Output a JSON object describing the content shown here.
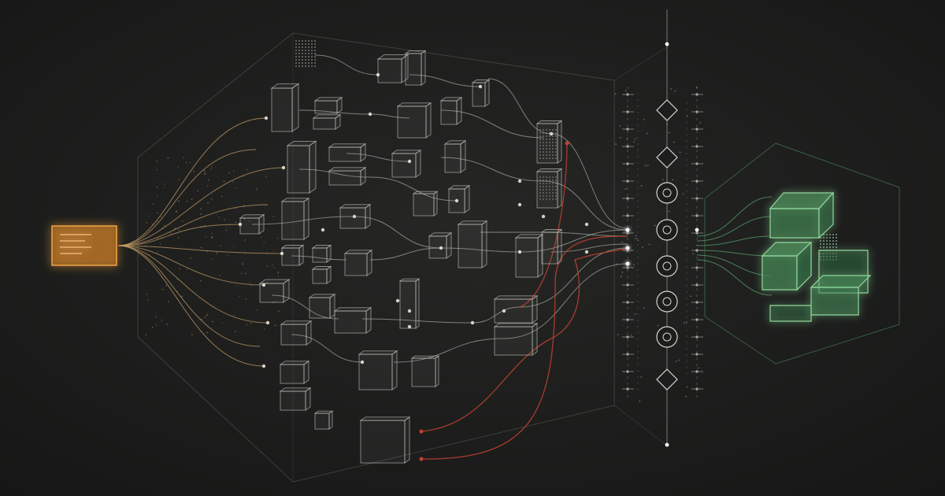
{
  "colors": {
    "background": "#1c1d1c",
    "input_accent": "#e0922f",
    "line_neutral": "#cfcfc8",
    "line_warm": "#c9a06a",
    "line_red": "#c2412f",
    "output_accent": "#5fa86e",
    "grid_frame": "#5a5c58"
  },
  "diagram": {
    "input_block": {
      "icon": "document-lines-icon",
      "glow": true
    },
    "processing_volume": {
      "style": "wireframe-hexagonal-prism"
    },
    "selector_column": {
      "markers": [
        "diamond",
        "diamond",
        "circle",
        "circle",
        "circle",
        "circle",
        "circle",
        "diamond"
      ]
    },
    "output_block": {
      "icon": "stacked-cubes-icon",
      "glow": true
    }
  }
}
